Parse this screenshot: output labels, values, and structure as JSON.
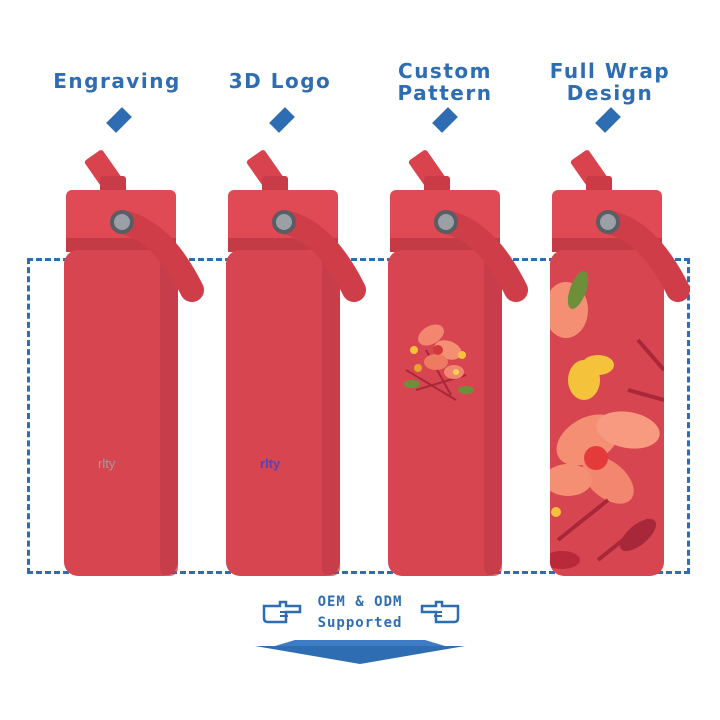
{
  "options": [
    {
      "label_lines": [
        "Engraving"
      ],
      "logo_text": "rlty",
      "logo_style": "engraved"
    },
    {
      "label_lines": [
        "3D Logo"
      ],
      "logo_text": "rlty",
      "logo_style": "3d"
    },
    {
      "label_lines": [
        "Custom",
        "Pattern"
      ],
      "pattern": "small-floral"
    },
    {
      "label_lines": [
        "Full Wrap",
        "Design"
      ],
      "pattern": "full-wrap-floral"
    }
  ],
  "oem": {
    "line1": "OEM & ODM",
    "line2": "Supported"
  },
  "colors": {
    "accent": "#2f6db3",
    "bottle": "#d64550",
    "bottle_shade": "#b8323d",
    "lid": "#e04a55",
    "cap_metal": "#8a8f96"
  },
  "icons": {
    "left": "pointing-hand-right-icon",
    "right": "pointing-hand-left-icon",
    "arrow": "down-arrow-icon",
    "markers": "diamond-icon"
  }
}
